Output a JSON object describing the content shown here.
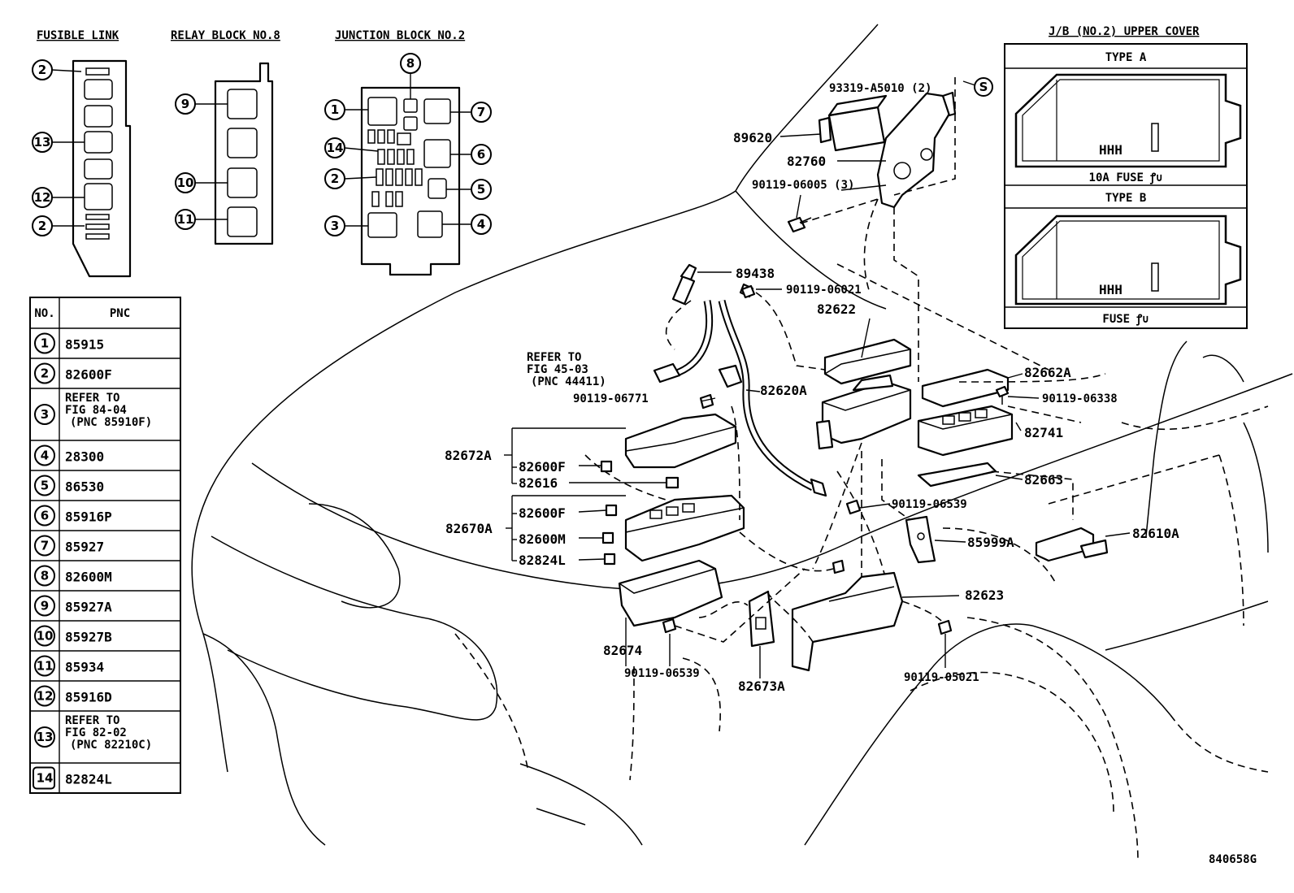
{
  "diagram_code": "840658G",
  "insets": {
    "fusible_link": "FUSIBLE LINK",
    "relay_block": "RELAY BLOCK NO.8",
    "junction_block": "JUNCTION BLOCK NO.2",
    "upper_cover": "J/B (NO.2) UPPER COVER"
  },
  "fusible_link_callouts": [
    "2",
    "13",
    "12",
    "2"
  ],
  "relay_block_callouts": [
    "9",
    "10",
    "11"
  ],
  "junction_block_callouts": {
    "left": [
      "1",
      "14",
      "2",
      "3"
    ],
    "right": [
      "7",
      "6",
      "5",
      "4"
    ],
    "top": "8"
  },
  "upper_cover": {
    "type_a": "TYPE A",
    "type_a_caption": "10A FUSE ꝭ∪",
    "type_b": "TYPE B",
    "type_b_caption": "FUSE ꝭ∪",
    "fuse_marks": "HHH"
  },
  "table": {
    "header_no": "NO.",
    "header_pnc": "PNC",
    "rows": [
      {
        "no": "1",
        "pnc": "85915"
      },
      {
        "no": "2",
        "pnc": "82600F"
      },
      {
        "no": "3",
        "pnc": "REFER TO\nFIG 84-04\n(PNC 85910F)"
      },
      {
        "no": "4",
        "pnc": "28300"
      },
      {
        "no": "5",
        "pnc": "86530"
      },
      {
        "no": "6",
        "pnc": "85916P"
      },
      {
        "no": "7",
        "pnc": "85927"
      },
      {
        "no": "8",
        "pnc": "82600M"
      },
      {
        "no": "9",
        "pnc": "85927A"
      },
      {
        "no": "10",
        "pnc": "85927B"
      },
      {
        "no": "11",
        "pnc": "85934"
      },
      {
        "no": "12",
        "pnc": "85916D"
      },
      {
        "no": "13",
        "pnc": "REFER TO\nFIG 82-02\n(PNC 82210C)"
      },
      {
        "no": "14",
        "pnc": "82824L"
      }
    ]
  },
  "part_labels": {
    "p93319": "93319-A5010 (2)",
    "s_mark": "S",
    "p89620": "89620",
    "p82760": "82760",
    "p90119_06005": "90119-06005 (3)",
    "p89438": "89438",
    "p90119_06021": "90119-06021",
    "p82622": "82622",
    "p82662A": "82662A",
    "p90119_06338": "90119-06338",
    "refer_fig45": "REFER TO\nFIG 45-03\n(PNC 44411)",
    "p90119_06771": "90119-06771",
    "p82620A": "82620A",
    "p82741": "82741",
    "p82672A": "82672A",
    "p82600F_a": "82600F",
    "p82616": "82616",
    "p82663": "82663",
    "p90119_06539_r": "90119-06539",
    "p82670A": "82670A",
    "p82600F_b": "82600F",
    "p82600M": "82600M",
    "p82824L": "82824L",
    "p85999A": "85999A",
    "p82610A": "82610A",
    "p82623": "82623",
    "p82674": "82674",
    "p90119_06539_b": "90119-06539",
    "p82673A": "82673A",
    "p90119_05021": "90119-05021"
  }
}
